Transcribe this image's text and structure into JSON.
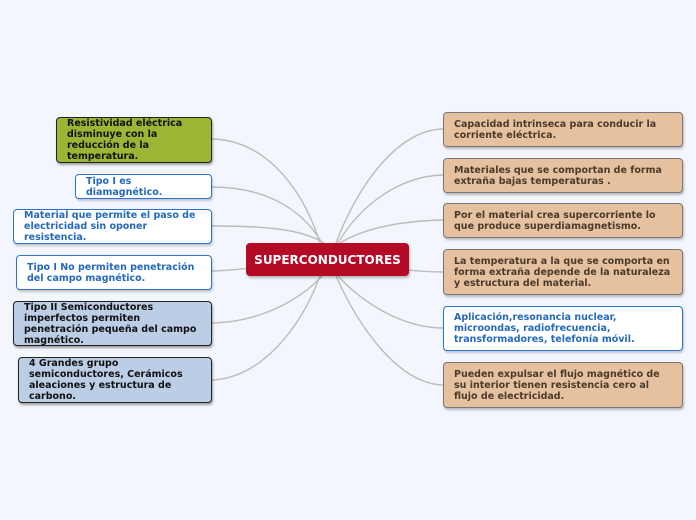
{
  "central": {
    "label": "SUPERCONDUCTORES"
  },
  "left_nodes": [
    {
      "text": "Resistividad eléctrica disminuye con la reducción de la temperatura.",
      "style": "green"
    },
    {
      "text": "Tipo I es diamagnético.",
      "style": "white-blue"
    },
    {
      "text": "Material que permite el paso de electricidad sin oponer resistencia.",
      "style": "white-blue"
    },
    {
      "text": "Tipo I No permiten penetración del campo magnético.",
      "style": "white-blue"
    },
    {
      "text": "Tipo II Semiconductores imperfectos permiten penetración pequeña del campo magnético.",
      "style": "lightblue"
    },
    {
      "text": "4 Grandes grupo semiconductores, Cerámicos aleaciones y estructura de carbono.",
      "style": "lightblue"
    }
  ],
  "right_nodes": [
    {
      "text": "Capacidad intrinseca para conducir la corriente eléctrica.",
      "style": "tan"
    },
    {
      "text": "Materiales que se comportan de forma extraña bajas temperaturas .",
      "style": "tan"
    },
    {
      "text": "Por el material crea supercorriente lo que produce superdiamagnetismo.",
      "style": "tan"
    },
    {
      "text": "La temperatura a la que se comporta en forma extraña depende de la naturaleza y estructura del material.",
      "style": "tan"
    },
    {
      "text": "Aplicación,resonancia nuclear, microondas, radiofrecuencia, transformadores, telefonía móvil.",
      "style": "tan-blue"
    },
    {
      "text": "Pueden expulsar el flujo magnético de su interior  tienen resistencia cero al flujo de electricidad.",
      "style": "tan"
    }
  ],
  "colors": {
    "central_fill": "#b50a26",
    "link_stroke": "#bcbcbc",
    "green_fill": "#9cb534",
    "lightblue_fill": "#bccde6",
    "tan_fill": "#e6c1a0",
    "blue_text": "#2469bd"
  }
}
